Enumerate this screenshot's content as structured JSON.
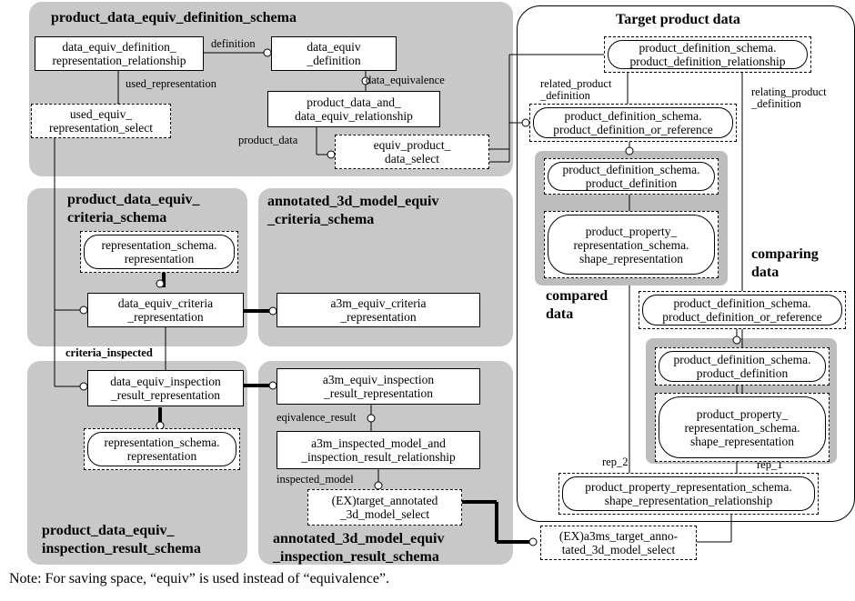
{
  "panels": {
    "definition_schema": "product_data_equiv_definition_schema",
    "criteria_schema": "product_data_equiv_\ncriteria_schema",
    "a3m_criteria_schema": "annotated_3d_model_equiv\n_criteria_schema",
    "inspection_schema": "product_data_equiv_\ninspection_result_schema",
    "a3m_inspection_schema": "annotated_3d_model_equiv\n_inspection_result_schema",
    "target_product_data": "Target product data",
    "compared_data": "compared\ndata",
    "comparing_data": "comparing\ndata"
  },
  "boxes": {
    "ded_rep_rel": "data_equiv_definition_\nrepresentation_relationship",
    "data_equiv_def": "data_equiv\n_definition",
    "pd_equiv_rel": "product_data_and_\ndata_equiv_relationship",
    "used_equiv_select": "used_equiv_\nrepresentation_select",
    "equiv_pd_select": "equiv_product_\ndata_select",
    "rep_schema_rep_1": "representation_schema.\nrepresentation",
    "de_criteria_rep": "data_equiv_criteria\n_representation",
    "a3m_criteria_rep": "a3m_equiv_criteria\n_representation",
    "de_inspection_rep": "data_equiv_inspection\n_result_representation",
    "a3m_inspection_rep": "a3m_equiv_inspection\n_result_representation",
    "rep_schema_rep_2": "representation_schema.\nrepresentation",
    "a3m_inspected_rel": "a3m_inspected_model_and\n_inspection_result_relationship",
    "ex_target_select": "(EX)target_annotated\n_3d_model_select",
    "pds_pd_relationship": "product_definition_schema.\nproduct_definition_relationship",
    "pds_pd_or_ref_1": "product_definition_schema.\nproduct_definition_or_reference",
    "pds_pd_1": "product_definition_schema.\nproduct_definition",
    "ppr_shape_rep_1": "product_property_\nrepresentation_schema.\nshape_representation",
    "pds_pd_or_ref_2": "product_definition_schema.\nproduct_definition_or_reference",
    "pds_pd_2": "product_definition_schema.\nproduct_definition",
    "ppr_shape_rep_2": "product_property_\nrepresentation_schema.\nshape_representation",
    "ppr_shape_rep_rel": "product_property_representation_schema.\nshape_representation_relationship",
    "ex_a3ms_select": "(EX)a3ms_target_anno-\ntated_3d_model_select"
  },
  "labels": {
    "definition": "definition",
    "used_representation": "used_representation",
    "data_equivalence": "data_equivalence",
    "product_data": "product_data",
    "criteria_inspected": "criteria_inspected",
    "eqivalence_result": "eqivalence_result",
    "inspected_model": "inspected_model",
    "related_product_definition": "related_product\n_definition",
    "relating_product_definition": "relating_product\n_definition",
    "rep_2": "rep_2",
    "rep_1": "rep_1"
  },
  "note": "Note: For saving space, “equiv” is used instead of “equivalence”."
}
